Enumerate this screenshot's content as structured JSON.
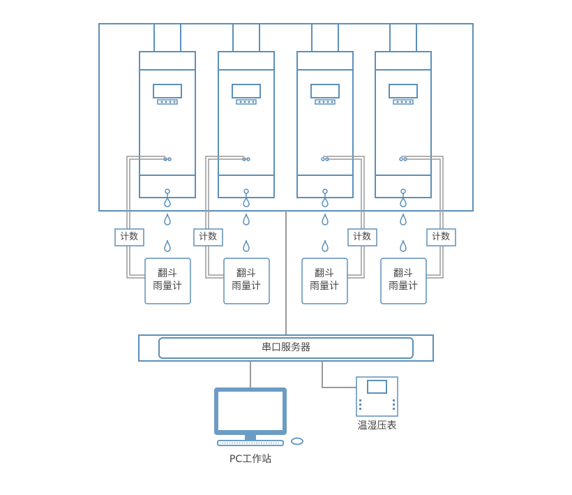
{
  "units": [
    {
      "id": "unit-1",
      "counter": "计数",
      "gauge_line1": "翻斗",
      "gauge_line2": "雨量计"
    },
    {
      "id": "unit-2",
      "counter": "计数",
      "gauge_line1": "翻斗",
      "gauge_line2": "雨量计"
    },
    {
      "id": "unit-3",
      "counter": "计数",
      "gauge_line1": "翻斗",
      "gauge_line2": "雨量计"
    },
    {
      "id": "unit-4",
      "counter": "计数",
      "gauge_line1": "翻斗",
      "gauge_line2": "雨量计"
    }
  ],
  "serial_server": {
    "label": "串口服务器"
  },
  "pc": {
    "label": "PC工作站"
  },
  "meter": {
    "label": "温湿压表"
  },
  "colors": {
    "line": "#5b8fba",
    "wire": "#999999",
    "text": "#444444",
    "fill": "#6b9cc4"
  }
}
